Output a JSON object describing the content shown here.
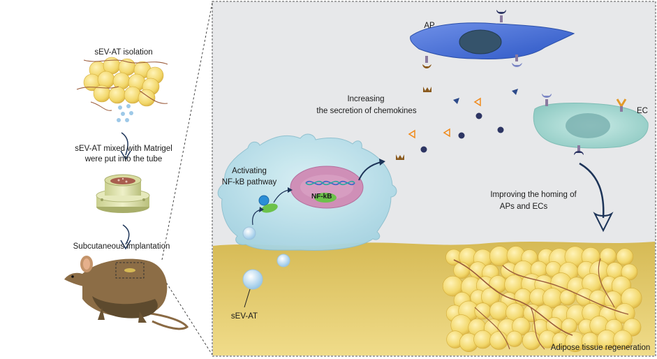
{
  "labels": {
    "sev_at_isolation": "sEV-AT isolation",
    "sev_at_mixed_line1": "sEV-AT mixed with Matrigel",
    "sev_at_mixed_line2": "were put into the tube",
    "subcutaneous_implantation": "Subcutaneous implantation",
    "ap": "AP",
    "ec": "EC",
    "increasing_line1": "Increasing",
    "increasing_line2": "the secretion of chemokines",
    "activating_line1": "Activating",
    "activating_line2": "NF-kB pathway",
    "nf_kb": "NF-kB",
    "improving_line1": "Improving the homing of",
    "improving_line2": "APs and ECs",
    "sev_at": "sEV-AT",
    "adipose_tissue_regeneration": "Adipose tissue regeneration"
  },
  "colors": {
    "panel_bg": "#e7e8ea",
    "tissue": "#d2b54d",
    "adipocyte": "#f5df7a",
    "ap_cell": "#3d66d1",
    "ec_cell": "#a9d8d3",
    "macrophage": "#b3dbe8",
    "nucleus_pink": "#cf8fb7",
    "dark_arrow": "#1d3458",
    "chemokine_dot": "#2d3563",
    "chemokine_triangle": "#f08a1b",
    "receptor_brown": "#8a5a1e",
    "vessel": "#9a5a3a"
  }
}
